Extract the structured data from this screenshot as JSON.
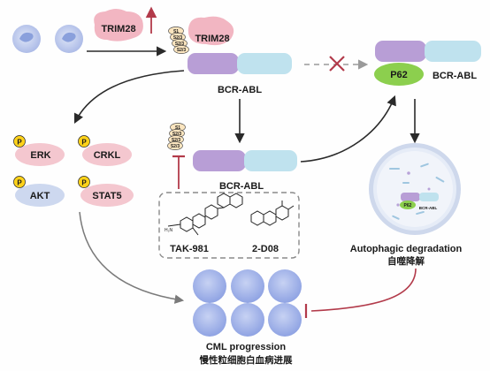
{
  "labels": {
    "trim28_top": "TRIM28",
    "trim28_bound": "TRIM28",
    "bcr_abl_main": "BCR-ABL",
    "bcr_abl_sumo": "BCR-ABL",
    "bcr_abl_right": "BCR-ABL",
    "p62": "P62",
    "p62_small": "P62",
    "bcr_abl_small": "BCR-ABL",
    "autophagy_en": "Autophagic degradation",
    "autophagy_cn": "自噬降解",
    "cml_en": "CML progression",
    "cml_cn": "慢性粒细胞白血病进展",
    "drug1": "TAK-981",
    "drug2": "2-D08"
  },
  "sumo_tags": [
    "S1",
    "S2/3",
    "S2/3",
    "S2/3"
  ],
  "phospho_mark": "P",
  "downstream": [
    {
      "name": "ERK",
      "color": "#f4c7cf"
    },
    {
      "name": "CRKL",
      "color": "#f4c7cf"
    },
    {
      "name": "AKT",
      "color": "#cdd8ef"
    },
    {
      "name": "STAT5",
      "color": "#f4c7cf"
    }
  ],
  "colors": {
    "trim28": "#f2b6c2",
    "bcr": "#b89ed6",
    "abl": "#bfe2ee",
    "p62": "#8ccf4e",
    "arrow": "#2a2a2a",
    "inhibit": "#b23a4a",
    "sumo_tag": "#fbe5bf",
    "phospho": "#ffd21a",
    "cell": "#a9b9ec"
  }
}
